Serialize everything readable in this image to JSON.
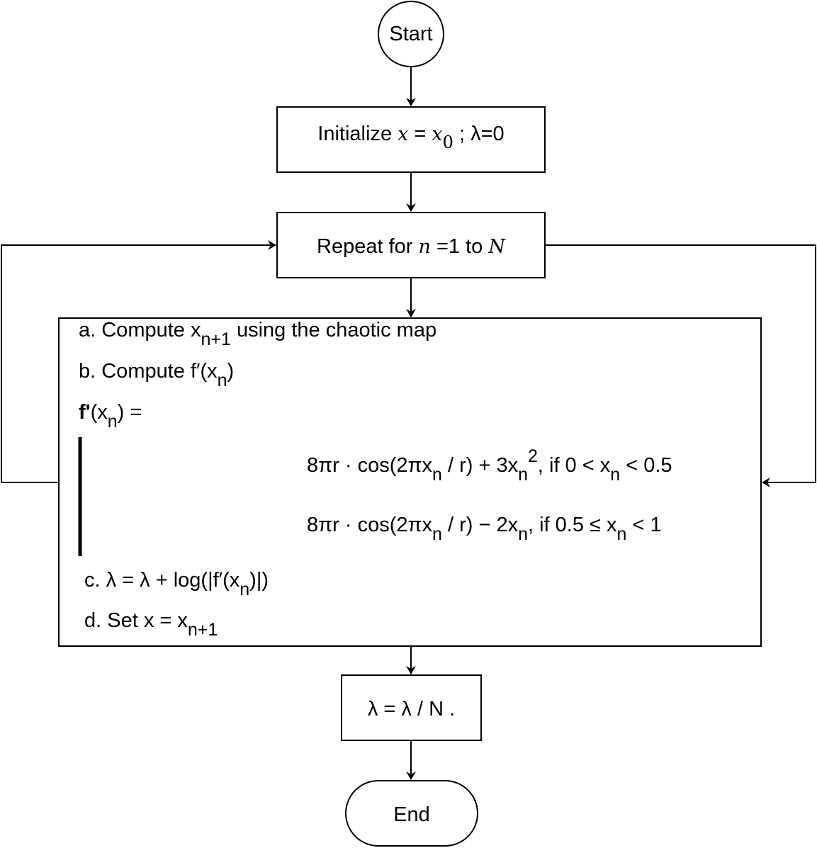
{
  "start": {
    "label": "Start"
  },
  "init": {
    "prefix": "Initialize ",
    "var": "x",
    "eq": " = ",
    "var2": "x",
    "sub": "0",
    "rest": " ; λ=0"
  },
  "repeat": {
    "prefix": "Repeat for ",
    "var": "n",
    "mid": " =1 to ",
    "var2": "N"
  },
  "steps": {
    "a": {
      "prefix": "a. Compute x",
      "sub": "n+1",
      "rest": " using the chaotic map"
    },
    "b": {
      "prefix": "b. Compute f′(x",
      "sub": "n",
      "rest": ")"
    },
    "f": {
      "bold": "f'",
      "prefix": "(x",
      "sub": "n",
      "rest": ") ="
    },
    "case1": {
      "p1": "8πr · cos(2πx",
      "s1": "n",
      "p2": " / r) + 3x",
      "s2": "n",
      "sup": "2",
      "p3": ",  if 0 < x",
      "s3": "n",
      "p4": " < 0.5"
    },
    "case2": {
      "p1": "8πr · cos(2πx",
      "s1": "n",
      "p2": " / r) − 2x",
      "s2": "n",
      "p3": ",   if 0.5 ≤ x",
      "s3": "n",
      "p4": " < 1"
    },
    "c": {
      "prefix": "c. λ = λ + log(|f′(x",
      "sub": "n",
      "rest": ")|)"
    },
    "d": {
      "prefix": "d. Set x = x",
      "sub": "n+1"
    }
  },
  "final": {
    "label": "λ = λ / N ."
  },
  "end": {
    "label": "End"
  }
}
